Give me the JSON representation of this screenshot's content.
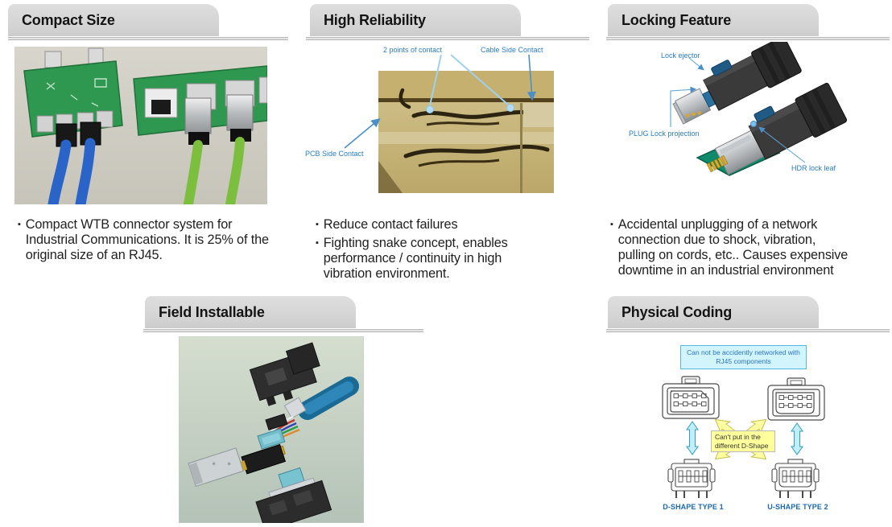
{
  "sections": {
    "compact_size": {
      "title": "Compact Size",
      "bullets": [
        "Compact WTB connector system for Industrial  Communications. It is 25% of the original size of an RJ45."
      ]
    },
    "high_reliability": {
      "title": "High Reliability",
      "annotations": {
        "two_points": "2 points of contact",
        "cable_side": "Cable Side Contact",
        "pcb_side": "PCB Side Contact"
      },
      "bullets": [
        "Reduce contact failures",
        "Fighting snake concept, enables performance / continuity in high vibration environment."
      ]
    },
    "locking_feature": {
      "title": "Locking Feature",
      "annotations": {
        "lock_ejector": "Lock ejector",
        "plug_lock": "PLUG Lock projection",
        "hdr_lock": "HDR lock leaf"
      },
      "bullets": [
        "Accidental unplugging of a network connection due to shock, vibration, pulling on cords, etc.. Causes expensive downtime in an industrial environment"
      ]
    },
    "field_installable": {
      "title": "Field Installable"
    },
    "physical_coding": {
      "title": "Physical Coding",
      "note_box": "Can not be accidently networked with RJ45 components",
      "cross_label": "Can't put in the different D-Shape",
      "type1_label": "D-SHAPE TYPE 1",
      "type2_label": "U-SHAPE TYPE 2"
    }
  },
  "bullet_char": "▪",
  "colors": {
    "tab_bg": "#d5d5d5",
    "annotation_blue": "#2a7cbf",
    "note_box_bg": "#d2f4fc",
    "note_box_border": "#54b8d8",
    "cross_box_bg": "#ffff9c",
    "type_label_blue": "#1b69b3",
    "cyan_arrow": "#c2eef7",
    "yellow_arrow": "#ffffa2",
    "pcb_green": "#2f9850",
    "cable_blue": "#2b64c8",
    "cable_green": "#7cbf3e"
  }
}
